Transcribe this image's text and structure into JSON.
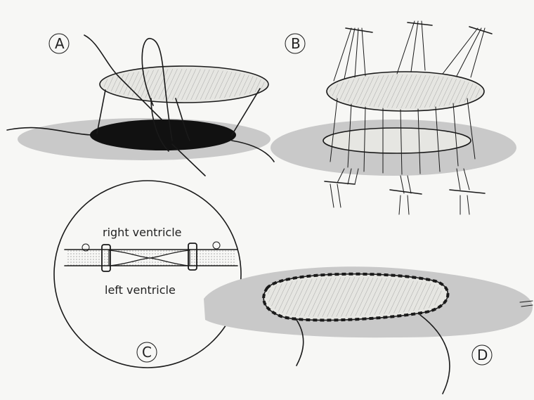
{
  "panels": {
    "a": {
      "label": "A"
    },
    "b": {
      "label": "B"
    },
    "c": {
      "label": "C",
      "upper_text": "right ventricle",
      "lower_text": "left ventricle"
    },
    "d": {
      "label": "D"
    }
  },
  "colors": {
    "ink": "#1a1a1a",
    "tissue_shade": "#c9c9c9",
    "defect": "#111111",
    "patch": "#e6e6e2"
  }
}
